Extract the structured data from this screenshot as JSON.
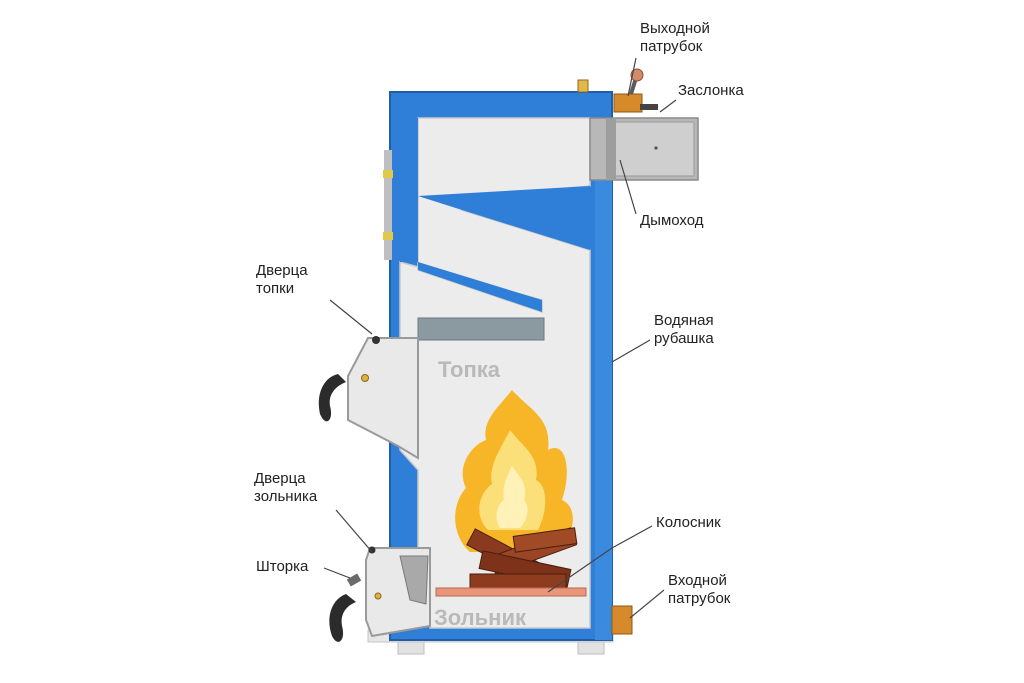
{
  "colors": {
    "jacket": "#2f7fd8",
    "jacket_dark": "#1f5fa8",
    "chamber": "#ececec",
    "chamber_edge": "#c8c8c8",
    "metal": "#9a9a9a",
    "metal_dark": "#6e6e6e",
    "brass": "#d68a2a",
    "flame": "#f7b528",
    "wood": "#8a3a1f",
    "grate": "#e8957a",
    "handle": "#2b2b2b"
  },
  "labels": {
    "outlet_pipe": [
      "Выходной",
      "патрубок"
    ],
    "damper": "Заслонка",
    "chimney": "Дымоход",
    "firebox_door": [
      "Дверца",
      "топки"
    ],
    "water_jacket": [
      "Водяная",
      "рубашка"
    ],
    "ash_door": [
      "Дверца",
      "зольника"
    ],
    "grate": "Колосник",
    "shutter": "Шторка",
    "inlet_pipe": [
      "Входной",
      "патрубок"
    ]
  },
  "zones": {
    "firebox": "Топка",
    "ash_pit": "Зольник"
  }
}
